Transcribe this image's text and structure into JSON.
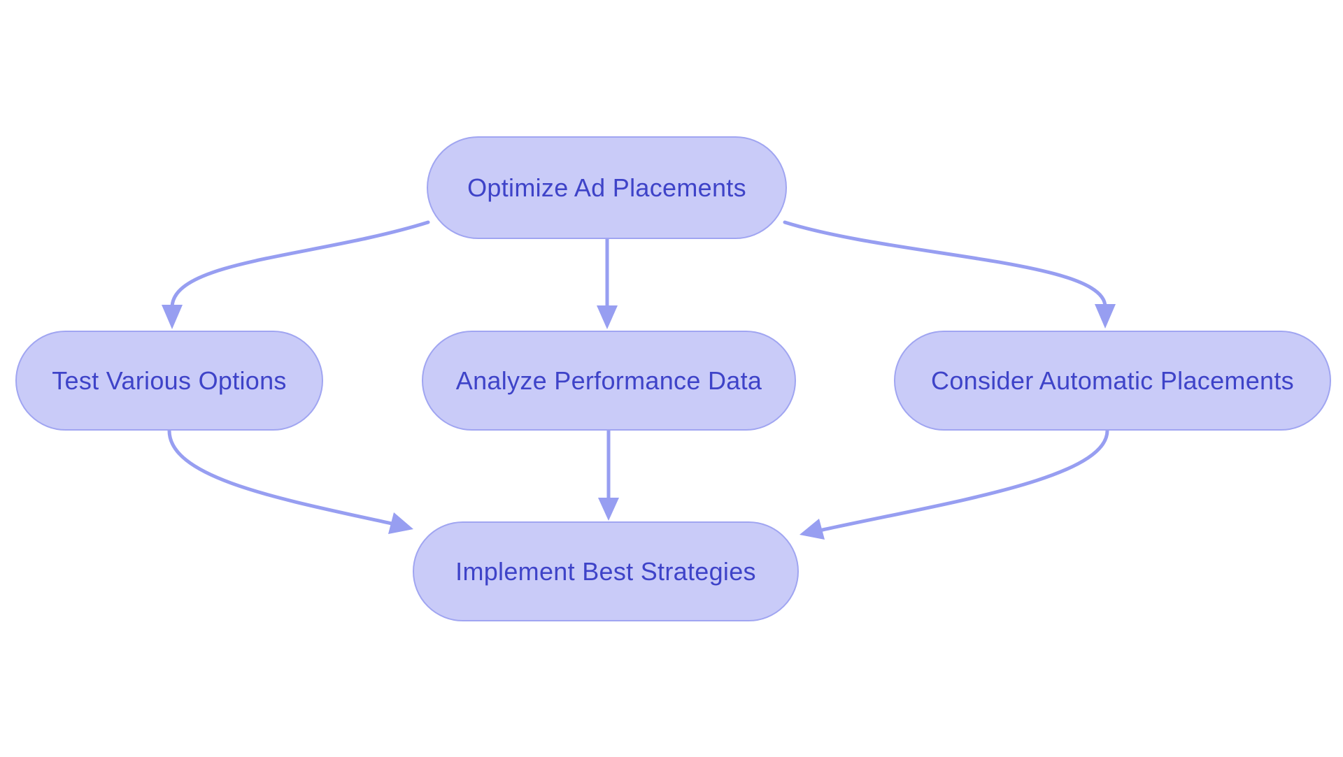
{
  "diagram": {
    "type": "flowchart",
    "direction": "top-down",
    "background_color": "#ffffff",
    "node_fill_color": "#c9cbf8",
    "node_border_color": "#a0a5f1",
    "node_text_color": "#3e43c8",
    "edge_color": "#979ef1",
    "nodes": [
      {
        "id": "optimize",
        "label": "Optimize Ad Placements"
      },
      {
        "id": "test",
        "label": "Test Various Options"
      },
      {
        "id": "analyze",
        "label": "Analyze Performance Data"
      },
      {
        "id": "consider",
        "label": "Consider Automatic Placements"
      },
      {
        "id": "implement",
        "label": "Implement Best Strategies"
      }
    ],
    "edges": [
      {
        "from": "Optimize Ad Placements",
        "to": "Test Various Options"
      },
      {
        "from": "Optimize Ad Placements",
        "to": "Analyze Performance Data"
      },
      {
        "from": "Optimize Ad Placements",
        "to": "Consider Automatic Placements"
      },
      {
        "from": "Test Various Options",
        "to": "Implement Best Strategies"
      },
      {
        "from": "Analyze Performance Data",
        "to": "Implement Best Strategies"
      },
      {
        "from": "Consider Automatic Placements",
        "to": "Implement Best Strategies"
      }
    ]
  }
}
